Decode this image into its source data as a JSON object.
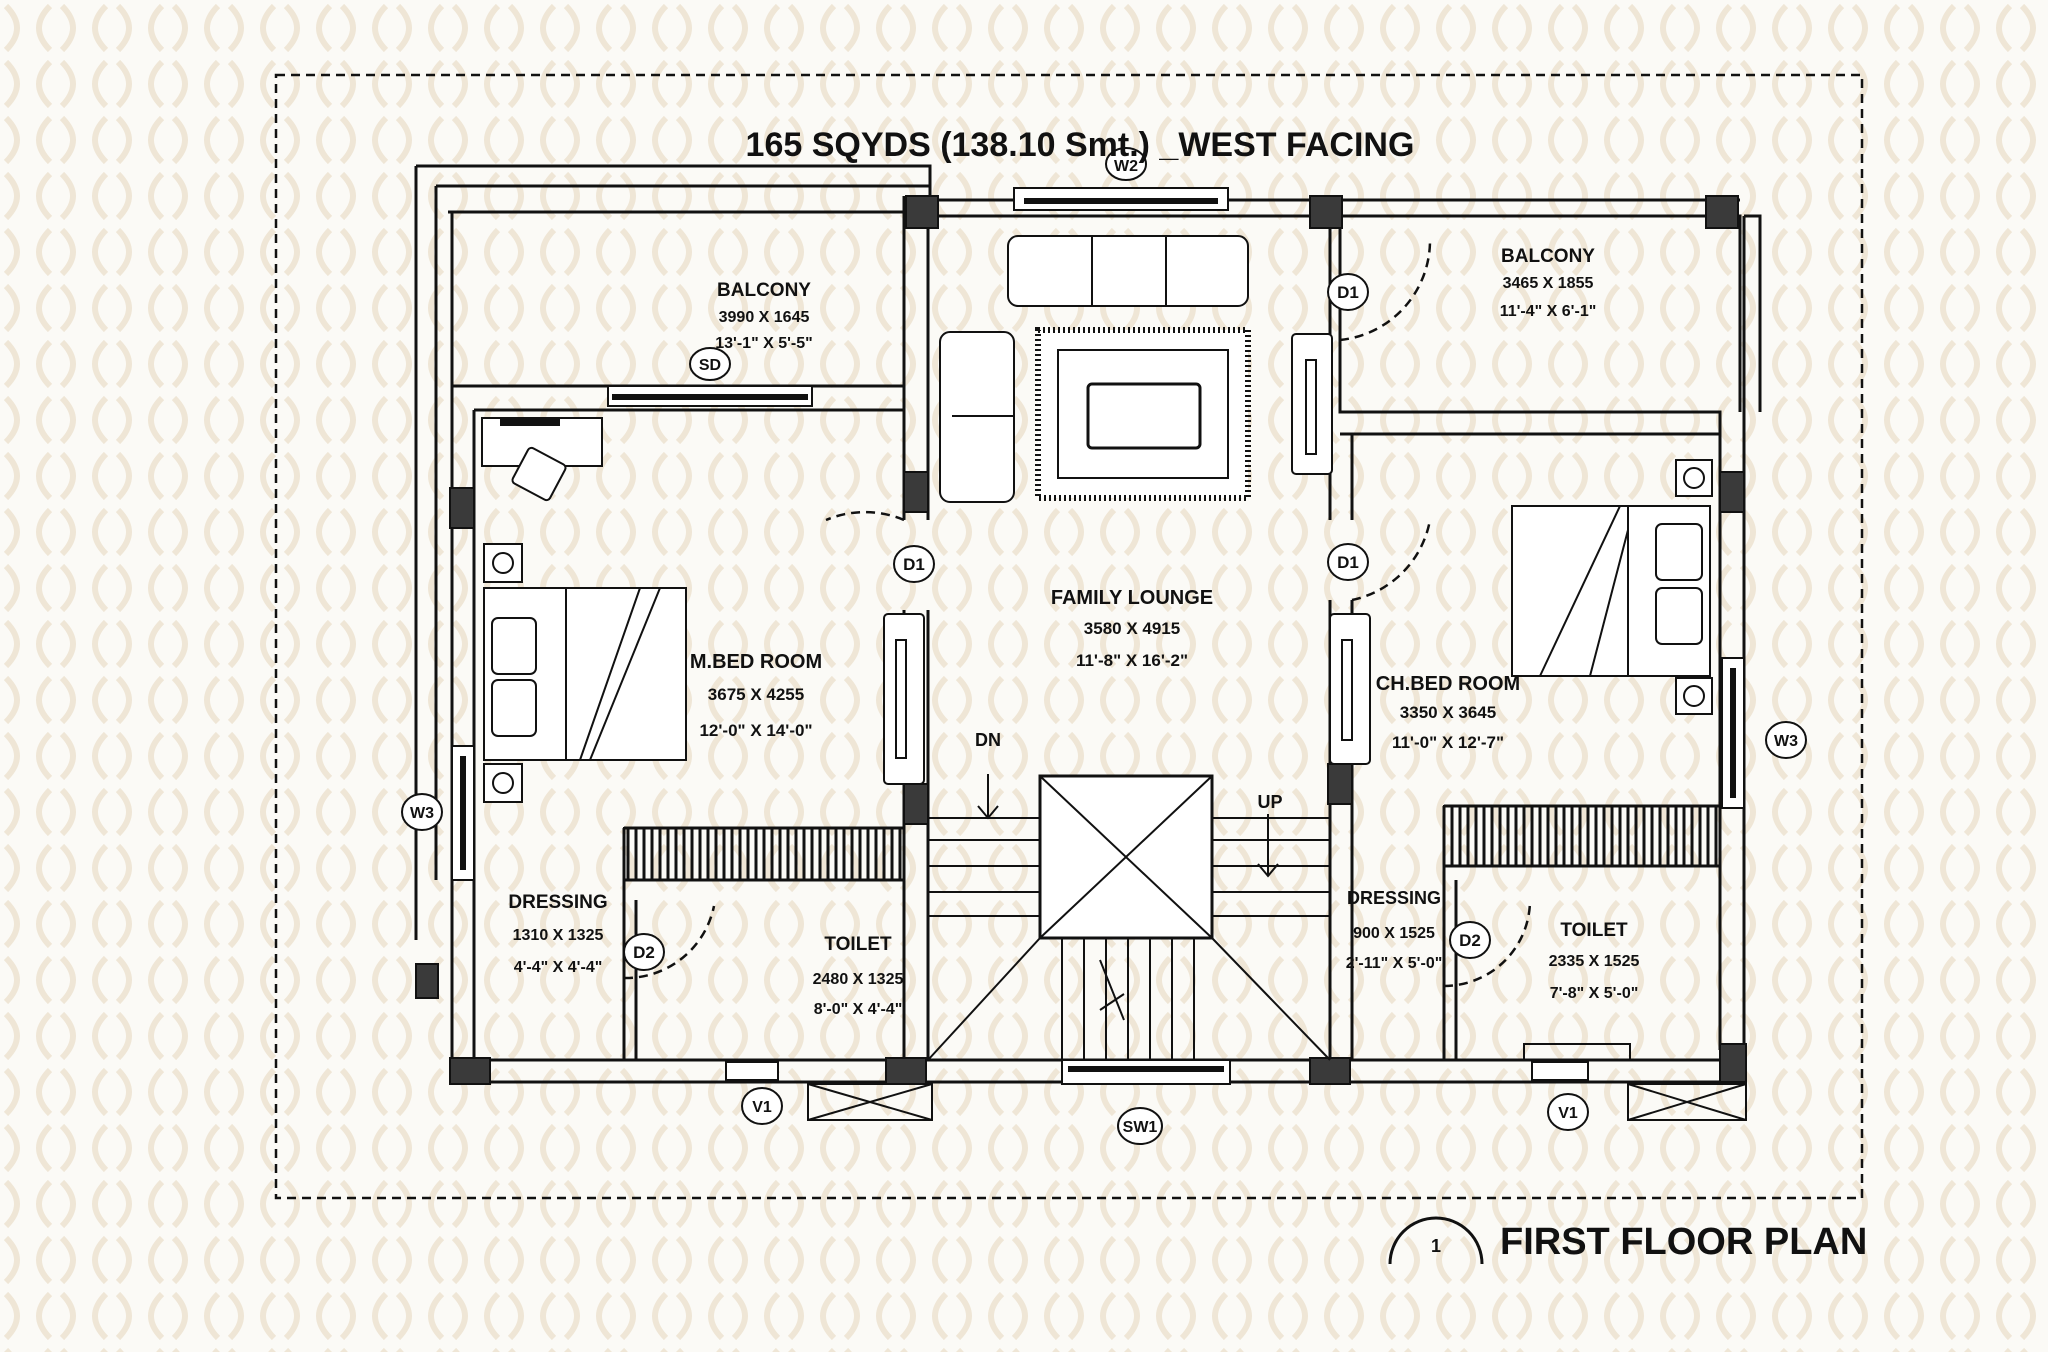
{
  "drawing": {
    "title": "165 SQYDS (138.10 Smt.) _WEST FACING",
    "plan_title": "FIRST FLOOR PLAN",
    "plan_number": "1"
  },
  "rooms": {
    "balcony_left": {
      "name": "BALCONY",
      "metric": "3990 X 1645",
      "imperial": "13'-1\" X 5'-5\""
    },
    "balcony_right": {
      "name": "BALCONY",
      "metric": "3465 X 1855",
      "imperial": "11'-4\" X 6'-1\""
    },
    "master_bed": {
      "name": "M.BED ROOM",
      "metric": "3675 X 4255",
      "imperial": "12'-0\" X 14'-0\""
    },
    "family_lounge": {
      "name": "FAMILY LOUNGE",
      "metric": "3580 X 4915",
      "imperial": "11'-8\" X 16'-2\""
    },
    "child_bed": {
      "name": "CH.BED ROOM",
      "metric": "3350 X 3645",
      "imperial": "11'-0\" X 12'-7\""
    },
    "dressing_left": {
      "name": "DRESSING",
      "metric": "1310 X 1325",
      "imperial": "4'-4\" X 4'-4\""
    },
    "toilet_left": {
      "name": "TOILET",
      "metric": "2480 X 1325",
      "imperial": "8'-0\" X 4'-4\""
    },
    "dressing_right": {
      "name": "DRESSING",
      "metric": "900 X 1525",
      "imperial": "2'-11\" X 5'-0\""
    },
    "toilet_right": {
      "name": "TOILET",
      "metric": "2335 X 1525",
      "imperial": "7'-8\" X 5'-0\""
    }
  },
  "tags": {
    "w2": "W2",
    "sd": "SD",
    "d1": "D1",
    "d2": "D2",
    "w3": "W3",
    "v1": "V1",
    "sw1": "SW1",
    "dn": "DN",
    "up": "UP"
  }
}
